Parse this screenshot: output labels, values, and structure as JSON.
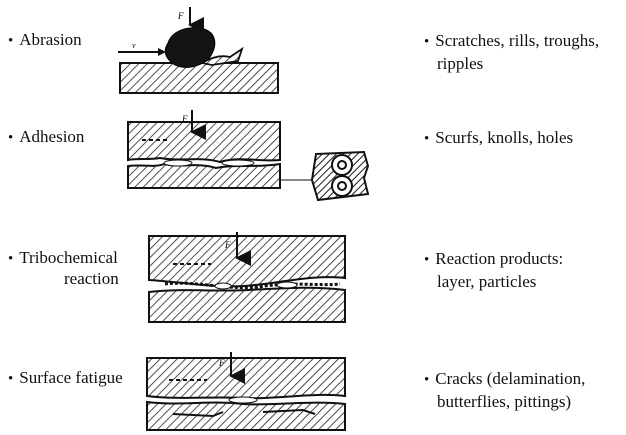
{
  "mechanisms": [
    {
      "bullet": "•",
      "name": "Abrasion",
      "effects": [
        "Scratches, rills, troughs,",
        "ripples"
      ],
      "force_label": "F",
      "motion_label": "v"
    },
    {
      "bullet": "•",
      "name": "Adhesion",
      "effects": [
        "Scurfs, knolls, holes"
      ],
      "force_label": "F"
    },
    {
      "bullet": "•",
      "name_lines": [
        "Tribochemical",
        "reaction"
      ],
      "effects": [
        "Reaction products:",
        "layer, particles"
      ],
      "force_label": "F"
    },
    {
      "bullet": "•",
      "name": "Surface fatigue",
      "effects": [
        "Cracks (delamination,",
        "butterflies, pittings)"
      ],
      "force_label": "F"
    }
  ],
  "colors": {
    "ink": "#111111",
    "background": "#ffffff"
  }
}
